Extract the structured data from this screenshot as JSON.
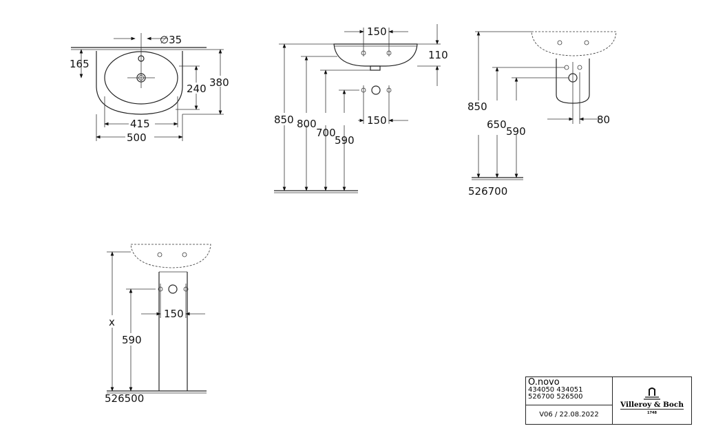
{
  "drawing": {
    "top_view": {
      "diameter": "∅35",
      "depth_to_tap": "165",
      "bowl_depth": "240",
      "overall_depth": "380",
      "bowl_width": "415",
      "overall_width": "500"
    },
    "side_view": {
      "heights": [
        "850",
        "800",
        "700",
        "590"
      ],
      "tap_spacing_top": "150",
      "rim_height": "110",
      "valve_spacing": "150"
    },
    "semi_pedestal_view": {
      "heights": [
        "850",
        "650",
        "590"
      ],
      "offset": "80",
      "code": "526700"
    },
    "pedestal_view": {
      "height_label": "x",
      "height": "590",
      "valve_spacing": "150",
      "code": "526500"
    }
  },
  "title_block": {
    "product": "O.novo",
    "codes_line1": "434050 434051",
    "codes_line2": "526700 526500",
    "version": "V06 / 22.08.2022",
    "brand": "Villeroy & Boch",
    "year": "1748"
  }
}
